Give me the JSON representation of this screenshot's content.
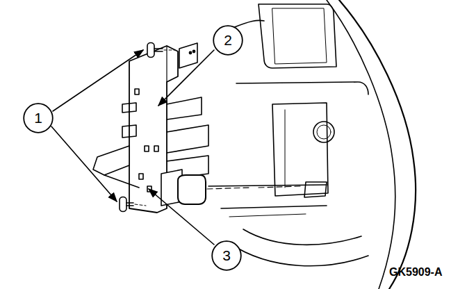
{
  "diagram": {
    "nodes": [
      {
        "text": [
          "1"
        ]
      },
      {
        "text": [
          "2"
        ]
      },
      {
        "text": [
          "3"
        ]
      }
    ],
    "labels": [
      "GK5909-A"
    ]
  }
}
